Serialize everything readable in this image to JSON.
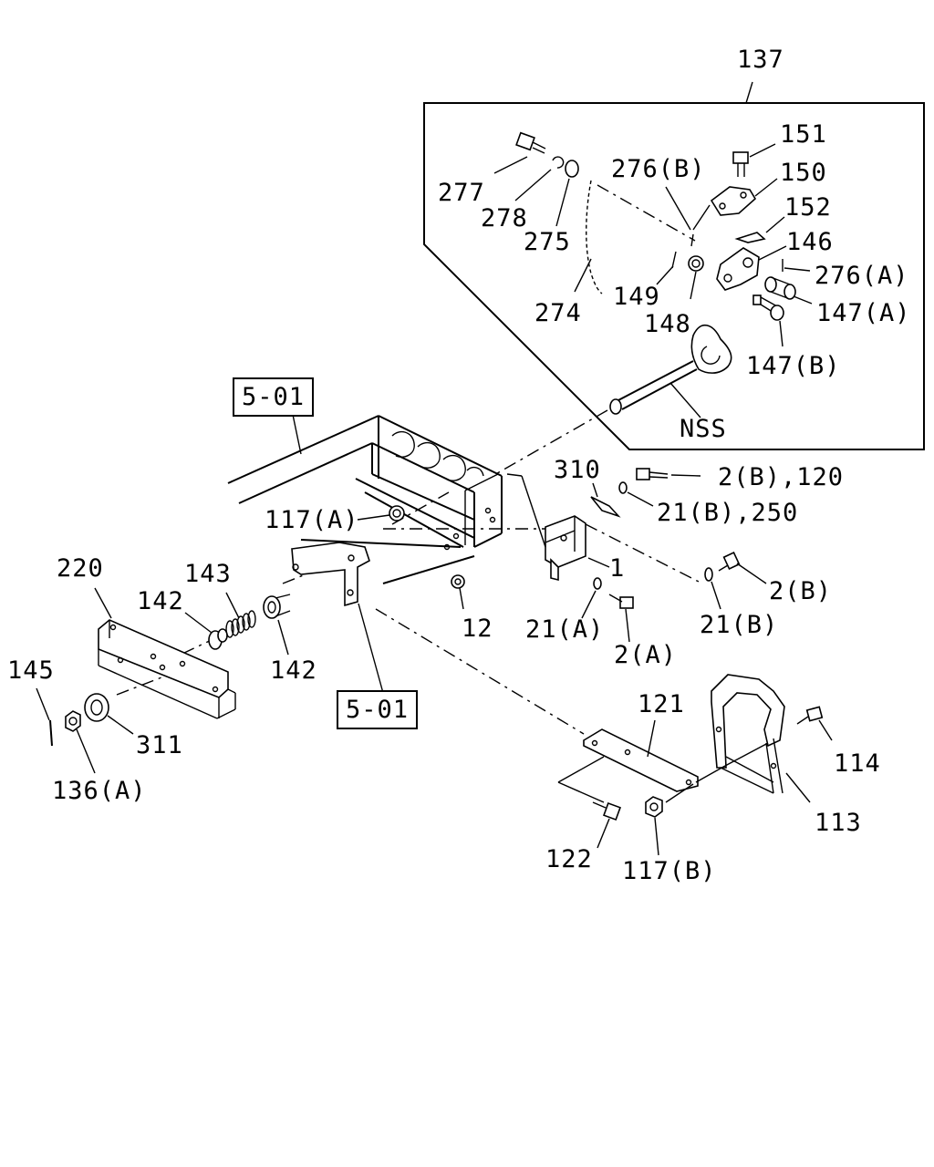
{
  "diagram": {
    "callouts": {
      "c137": "137",
      "c151": "151",
      "c150": "150",
      "c152": "152",
      "c146": "146",
      "c276b": "276(B)",
      "c276a": "276(A)",
      "c277": "277",
      "c278": "278",
      "c275": "275",
      "c274": "274",
      "c149": "149",
      "c148": "148",
      "c147a": "147(A)",
      "c147b": "147(B)",
      "cNSS": "NSS",
      "c310": "310",
      "c2b120": "2(B),120",
      "c21b250": "21(B),250",
      "c117a": "117(A)",
      "c1": "1",
      "c2b": "2(B)",
      "c21b": "21(B)",
      "c21a": "21(A)",
      "c2a": "2(A)",
      "c12": "12",
      "c220": "220",
      "c143": "143",
      "c142top": "142",
      "c142bot": "142",
      "c145": "145",
      "c311": "311",
      "c136a": "136(A)",
      "c121": "121",
      "c114": "114",
      "c113": "113",
      "c122": "122",
      "c117b": "117(B)"
    },
    "references": {
      "ref_top": "5-01",
      "ref_bottom": "5-01"
    }
  }
}
